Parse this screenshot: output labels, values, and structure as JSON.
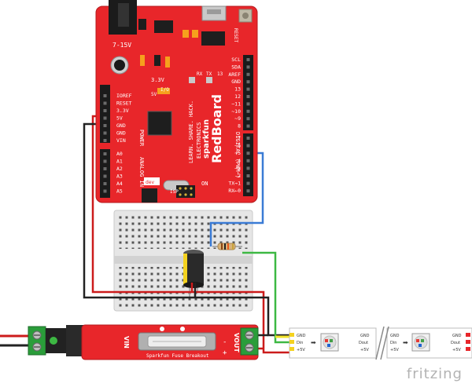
{
  "board": {
    "voltage_label": "7-15V",
    "reset_label": "RESET",
    "brand_top": "sparkfun",
    "brand_sub": "ELECTRONICS",
    "brand_main": "RedBoard",
    "brand_tag": "LEARN. SHARE. HACK.",
    "v33_label": "3.3V",
    "v5_label": "5V",
    "io_label": "I/O",
    "on_label": "ON",
    "rx_label": "RX",
    "tx_label": "TX",
    "l13_label": "13",
    "digital_label": "DIGITAL (PWM~)",
    "power_label": "POWER",
    "analog_label": "ANALOG IN",
    "icsp_label": "ISP",
    "dev_label": "dev",
    "left_pins": [
      "IOREF",
      "RESET",
      "3.3V",
      "5V",
      "GND",
      "GND",
      "VIN"
    ],
    "analog_pins": [
      "A0",
      "A1",
      "A2",
      "A3",
      "A4",
      "A5"
    ],
    "right_pins_top": [
      "SCL",
      "SDA",
      "AREF",
      "GND",
      "13",
      "12",
      "~11",
      "~10",
      "~9",
      "8"
    ],
    "right_pins_bottom": [
      "7",
      "~6",
      "~5",
      "4",
      "~3",
      "2",
      "TX→1",
      "RX←0"
    ]
  },
  "fuse": {
    "vin_label": "VIN",
    "vout_label": "VOUT",
    "footer": "Sparkfun Fuse Breakout",
    "plus": "+",
    "minus": "-"
  },
  "strip": {
    "seg1": [
      "GND",
      "Din",
      "+5V"
    ],
    "seg1_right": [
      "GND",
      "Dout",
      "+5V"
    ],
    "seg2": [
      "GND",
      "Din",
      "+5V"
    ],
    "seg2_right": [
      "GND",
      "Dout",
      "+5V"
    ]
  },
  "watermark": "fritzing",
  "colors": {
    "board_red": "#e8262a",
    "wire_red": "#cc1b1b",
    "wire_black": "#222222",
    "wire_blue": "#3a7bd5",
    "wire_green": "#3db843",
    "wire_yellow": "#f0e22a"
  }
}
